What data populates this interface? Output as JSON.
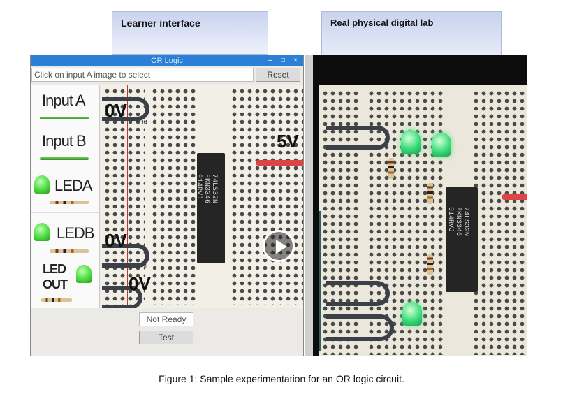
{
  "headers": {
    "learner": "Learner interface",
    "physical": "Real physical digital lab"
  },
  "window": {
    "title": "OR Logic",
    "minimize": "–",
    "maximize": "□",
    "close": "×"
  },
  "toolbar": {
    "prompt": "Click on input A image to select",
    "reset_label": "Reset"
  },
  "components": {
    "input_a": "Input A",
    "input_b": "Input B",
    "led_a": "LEDA",
    "led_b": "LEDB",
    "led_out_line1": "LED",
    "led_out_line2": "OUT"
  },
  "breadboard": {
    "voltage_a": "0V",
    "voltage_b": "0V",
    "voltage_out": "0V",
    "supply": "5V",
    "chip_label": "74LS32N",
    "chip_code": "FKN3346",
    "chip_date": "914RVJ",
    "row_14": "14",
    "row_21": "21"
  },
  "status": {
    "state": "Not Ready",
    "test_label": "Test"
  },
  "lab": {
    "chip_label": "74LS32N",
    "chip_code": "FKN3346",
    "chip_date": "914RVJ"
  },
  "caption": "Figure 1:  Sample experimentation for an OR logic circuit.",
  "colors": {
    "title_bar": "#2c7fd6",
    "led_green": "#46d63a",
    "wire_red": "#d44444"
  }
}
